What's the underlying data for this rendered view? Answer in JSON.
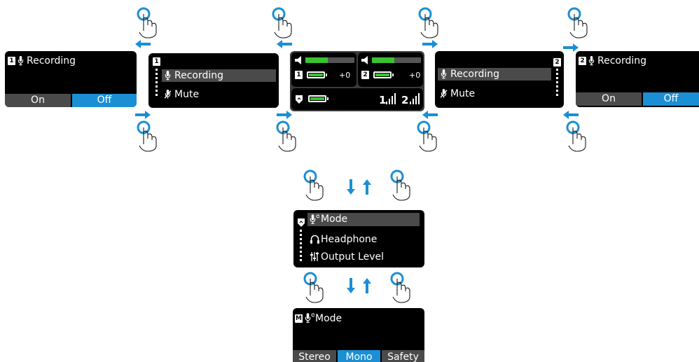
{
  "colors": {
    "accent": "#1b8fd3",
    "meter_green": "#39c330",
    "segment_dark": "#4a4a4a"
  },
  "screen_ch1_recording": {
    "badge": "1",
    "title": "Recording",
    "options": [
      "On",
      "Off"
    ],
    "selected": "Off"
  },
  "menu_ch1": {
    "badge": "1",
    "items": [
      "Recording",
      "Mute"
    ],
    "highlighted": "Recording"
  },
  "home_screen": {
    "ch1_badge": "1",
    "ch2_badge": "2",
    "ch1_gain": "+0",
    "ch2_gain": "+0",
    "signal_1": "1",
    "signal_2": "2"
  },
  "menu_ch2": {
    "badge": "2",
    "items": [
      "Recording",
      "Mute"
    ],
    "highlighted": "Recording"
  },
  "screen_ch2_recording": {
    "badge": "2",
    "title": "Recording",
    "options": [
      "On",
      "Off"
    ],
    "selected": "Off"
  },
  "main_menu": {
    "items": [
      "Mode",
      "Headphone",
      "Output Level"
    ],
    "highlighted": "Mode"
  },
  "mode_screen": {
    "badge": "M",
    "title": "Mode",
    "options": [
      "Stereo",
      "Mono",
      "Safety"
    ],
    "selected": "Mono"
  },
  "icons": [
    "mic-icon",
    "mic-muted-icon",
    "headphone-icon",
    "output-level-icon",
    "speaker-icon",
    "battery-icon",
    "signal-bars-icon",
    "tap-gesture-icon",
    "swipe-left-gesture-icon",
    "swipe-right-gesture-icon",
    "swipe-up-gesture-icon",
    "swipe-down-gesture-icon"
  ]
}
